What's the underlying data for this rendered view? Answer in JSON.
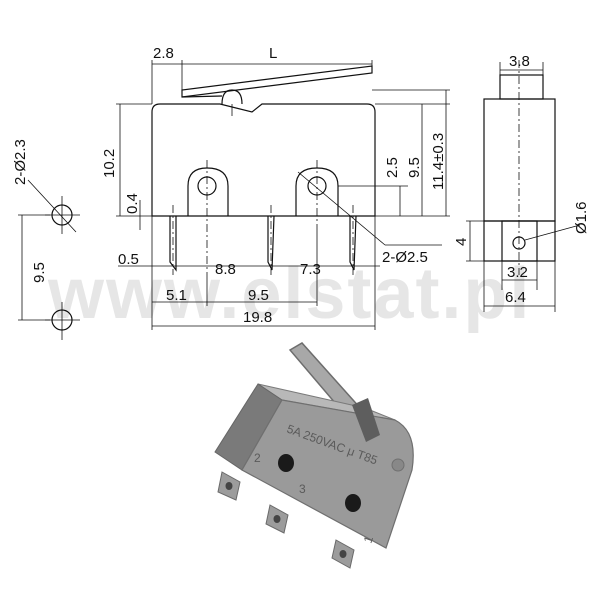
{
  "watermark": "www.elstat.pl",
  "drawing": {
    "dimensions": {
      "lever_offset": "2.8",
      "lever_length": "L",
      "body_height": "10.2",
      "terminal_gap": "0.4",
      "terminal_width": "0.5",
      "hole_height_a": "2.5",
      "hole_height_b": "9.5",
      "total_height": "11.4±0.3",
      "hole_diameter": "2-Ø2.5",
      "pitch_a": "8.8",
      "pitch_b": "7.3",
      "span_a": "5.1",
      "span_b": "9.5",
      "overall_length": "19.8",
      "side_top_width": "3.8",
      "side_pin_diameter": "Ø1.6",
      "side_pin_height": "4",
      "side_inner_width": "3.2",
      "side_width": "6.4",
      "mount_hole_diameter": "2-Ø2.3",
      "mount_hole_spacing": "9.5"
    }
  },
  "product": {
    "rating_label": "5A 250VAC μ T85",
    "terminal_labels": [
      "2",
      "3",
      "1"
    ],
    "body_color": "#9a9a9a",
    "body_shadow": "#7a7a7a"
  }
}
